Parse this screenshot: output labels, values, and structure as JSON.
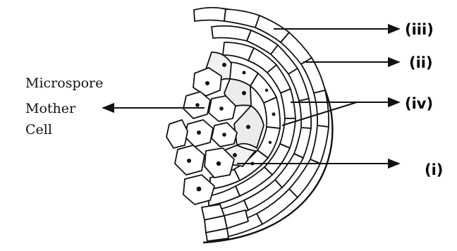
{
  "labels": {
    "mother_cell": [
      "Microspore",
      "Mother",
      "Cell"
    ],
    "iii": "(iii)",
    "ii": "(ii)",
    "iv": "(iv)",
    "i": "(i)"
  },
  "colors": {
    "ink": "#111111",
    "background": "#ffffff"
  }
}
